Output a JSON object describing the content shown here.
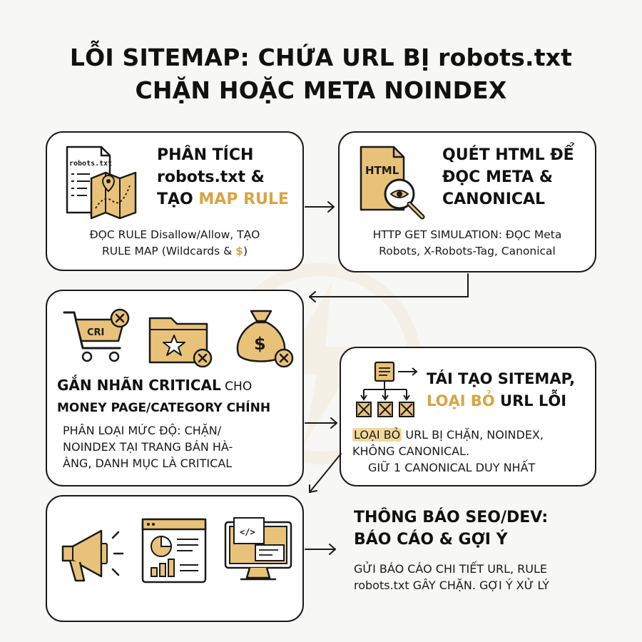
{
  "title": {
    "line1": "LỖI SITEMAP: CHỨA URL BỊ robots.txt",
    "line2": "CHẶN HOẶC META NOINDEX"
  },
  "steps": [
    {
      "head1": "PHÂN TÍCH",
      "head2": "robots.txt &",
      "head3a": "TẠO ",
      "head3b": "MAP RULE",
      "icon_text": "robots.txt",
      "desc1": "ĐỌC RULE Disallow/Allow, TẠO",
      "desc2a": "RULE MAP (Wildcards & ",
      "desc2b": "$",
      "desc2c": ")"
    },
    {
      "head1": "QUÉT HTML ĐỂ",
      "head2": "ĐỌC META &",
      "head3": "CANONICAL",
      "icon_text": "HTML",
      "desc1": "HTTP GET SIMULATION: ĐỌC Meta",
      "desc2": "Robots,  X-Robots-Tag, Canonical"
    },
    {
      "head1a": "GẮN NHÃN CRITICAL",
      "head1b": " CHO",
      "head2": "MONEY PAGE/CATEGORY CHÍNH",
      "icon_text": "CRI",
      "desc1": "PHÂN LOẠI MỨC ĐỘ: CHẶN/",
      "desc2": "NOINDEX TẠI TRANG BÁN HÀ-",
      "desc3": "ÀNG, DANH MỤC LÀ CRITICAL"
    },
    {
      "head1": "TÁI TẠO SITEMAP,",
      "head2a": "LOẠI BỎ",
      "head2b": " URL LỖI",
      "desc1a": "LOẠI BỎ",
      "desc1b": " URL BỊ CHẶN, NOINDEX,",
      "desc2": "KHÔNG CANONICAL.",
      "desc3": "GIỮ 1 CANONICAL DUY NHẤT"
    },
    {
      "head1": "THÔNG BÁO SEO/DEV:",
      "head2": "BÁO CÁO & GỢI Ý",
      "desc1": "GỬI BÁO CÁO CHI TIẾT URL, RULE",
      "desc2": "robots.txt GÂY CHẶN. GỢI Ý XỬ LÝ"
    }
  ],
  "colors": {
    "accent": "#d9a441",
    "icon_fill": "#e9c27a",
    "highlight": "#f2d79b",
    "stroke": "#1a1a1a"
  }
}
